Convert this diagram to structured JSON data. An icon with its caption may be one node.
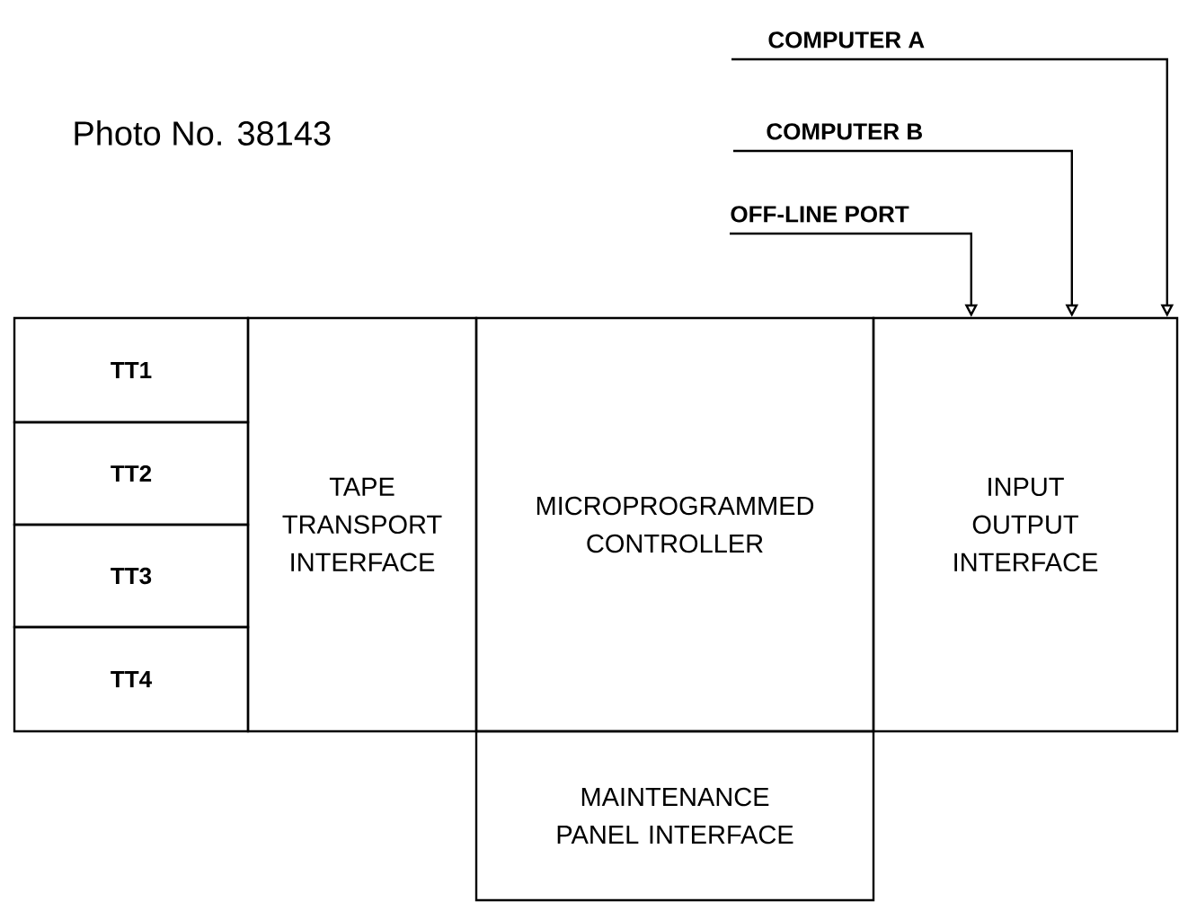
{
  "diagram": {
    "nodes": [
      {
        "text": [
          "TT1"
        ]
      },
      {
        "text": [
          "TT2"
        ]
      },
      {
        "text": [
          "TT3"
        ]
      },
      {
        "text": [
          "TT4"
        ]
      },
      {
        "text": [
          "TAPE TRANSPORT INTERFACE"
        ]
      },
      {
        "text": [
          "MICROPROGRAMMED CONTROLLER"
        ]
      },
      {
        "text": [
          "INPUT OUTPUT INTERFACE"
        ]
      },
      {
        "text": [
          "MAINTENANCE PANEL INTERFACE"
        ]
      },
      {
        "text": [
          "COMPUTER A"
        ]
      },
      {
        "text": [
          "COMPUTER B"
        ]
      },
      {
        "text": [
          "OFF-LINE PORT"
        ]
      }
    ],
    "edges": [
      {
        "from": 8,
        "to": 6,
        "arrow": "to"
      },
      {
        "from": 9,
        "to": 6,
        "arrow": "to"
      },
      {
        "from": 10,
        "to": 6,
        "arrow": "to"
      }
    ],
    "labels": [
      "Photo No. 38143"
    ]
  }
}
